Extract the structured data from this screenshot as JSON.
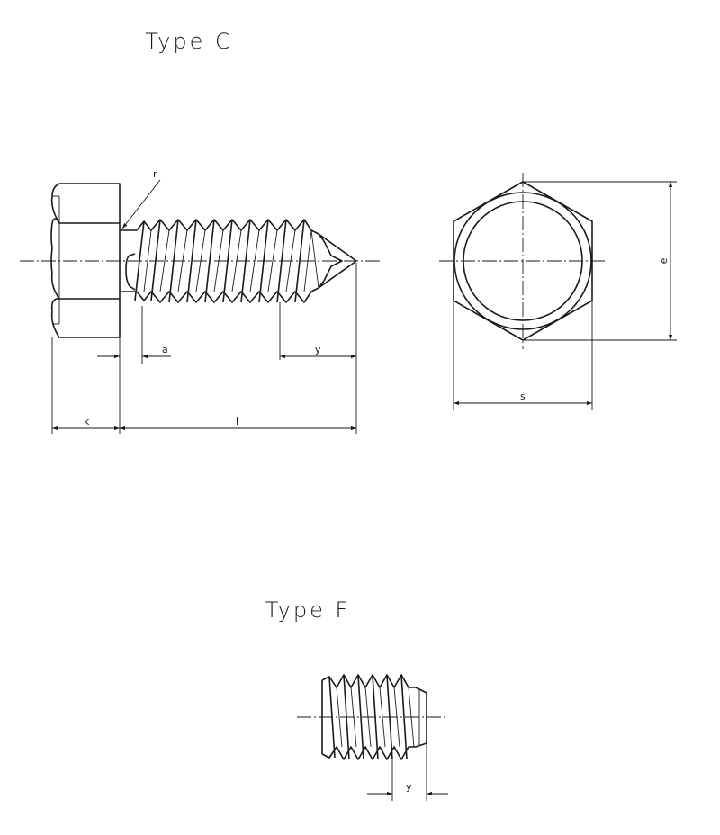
{
  "titles": {
    "type_c": "Type C",
    "type_f": "Type F"
  },
  "dimensions": {
    "r": "r",
    "a": "a",
    "y_c": "y",
    "k": "k",
    "l": "l",
    "e": "e",
    "s": "s",
    "y_f": "y"
  }
}
